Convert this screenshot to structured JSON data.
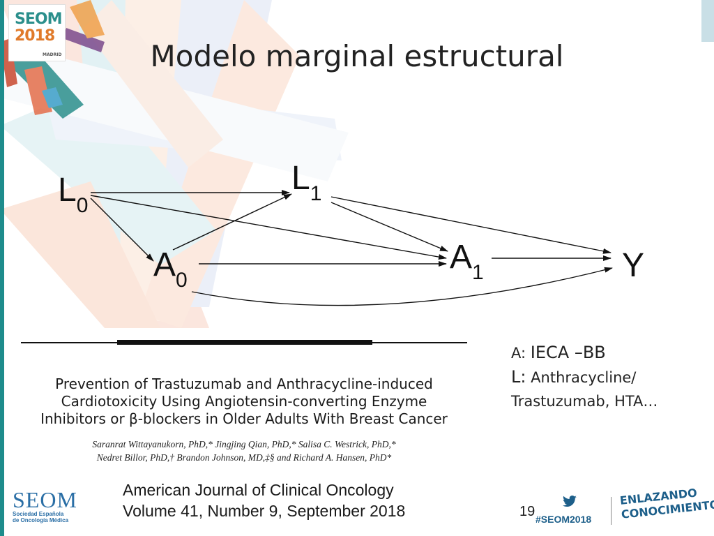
{
  "title": "Modelo marginal estructural",
  "logo": {
    "brand": "SEOM",
    "year": "2018",
    "city": "MADRID"
  },
  "diagram": {
    "nodes": [
      {
        "id": "L0",
        "letter": "L",
        "sub": "0"
      },
      {
        "id": "L1",
        "letter": "L",
        "sub": "1"
      },
      {
        "id": "A0",
        "letter": "A",
        "sub": "0"
      },
      {
        "id": "A1",
        "letter": "A",
        "sub": "1"
      },
      {
        "id": "Y",
        "letter": "Y",
        "sub": ""
      }
    ],
    "edges": [
      {
        "from": "L0",
        "to": "L1"
      },
      {
        "from": "L0",
        "to": "A0"
      },
      {
        "from": "L0",
        "to": "A1"
      },
      {
        "from": "A0",
        "to": "L1"
      },
      {
        "from": "A0",
        "to": "A1"
      },
      {
        "from": "A0",
        "to": "Y"
      },
      {
        "from": "L1",
        "to": "A1"
      },
      {
        "from": "L1",
        "to": "Y"
      },
      {
        "from": "A1",
        "to": "Y"
      }
    ]
  },
  "legend": {
    "a_key": "A:",
    "a_value": "IECA –BB",
    "l_key": "L:",
    "l_value": "Anthracycline/",
    "l_value_2": "Trastuzumab,  HTA…"
  },
  "paper": {
    "title_lines": [
      "Prevention of Trastuzumab and Anthracycline-induced",
      "Cardiotoxicity Using Angiotensin-converting Enzyme",
      "Inhibitors or β-blockers in Older Adults With Breast Cancer"
    ],
    "author_lines": [
      "Saranrat Wittayanukorn, PhD,* Jingjing Qian, PhD,* Salisa C. Westrick, PhD,*",
      "Nedret Billor, PhD,† Brandon Johnson, MD,‡§ and Richard A. Hansen, PhD*"
    ]
  },
  "journal": {
    "line1": "American Journal of Clinical Oncology",
    "line2": "Volume 41, Number 9, September 2018"
  },
  "footer": {
    "brand": "SEOM",
    "brand_sub1": "Sociedad Española",
    "brand_sub2": "de Oncología Médica",
    "page_number": "19",
    "hashtag": "#SEOM2018",
    "slogan_line1": "ENLAZANDO",
    "slogan_line2": "CONOCIMIENTO",
    "twitter_icon": "twitter-bird-icon"
  },
  "colors": {
    "accent_teal": "#1e8c8c",
    "logo_orange": "#e07a2a",
    "footer_blue": "#1d5f8a"
  }
}
